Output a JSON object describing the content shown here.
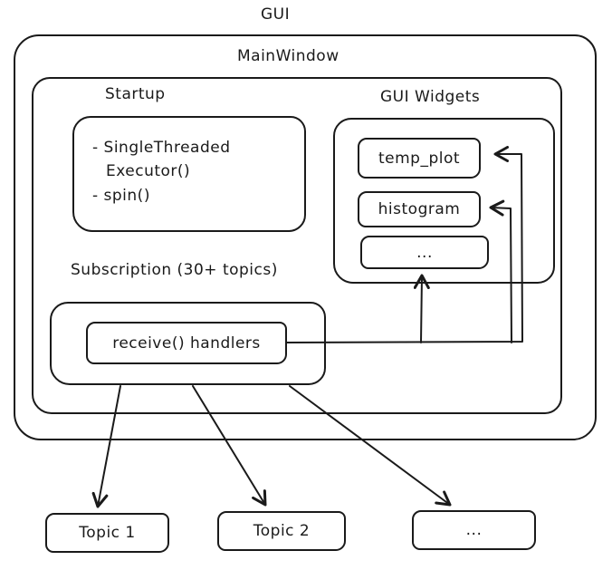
{
  "diagram": {
    "title": "GUI",
    "colors": {
      "stroke": "#1a1a1a",
      "background": "#ffffff"
    },
    "main_window": {
      "label": "MainWindow"
    },
    "startup": {
      "label": "Startup",
      "lines": [
        "- SingleThreaded",
        "Executor()",
        "- spin()"
      ]
    },
    "gui_widgets": {
      "label": "GUI Widgets",
      "widgets": [
        "temp_plot",
        "histogram",
        "..."
      ]
    },
    "subscription": {
      "label": "Subscription (30+ topics)",
      "handler": "receive() handlers"
    },
    "topics": [
      "Topic 1",
      "Topic 2",
      "..."
    ]
  }
}
